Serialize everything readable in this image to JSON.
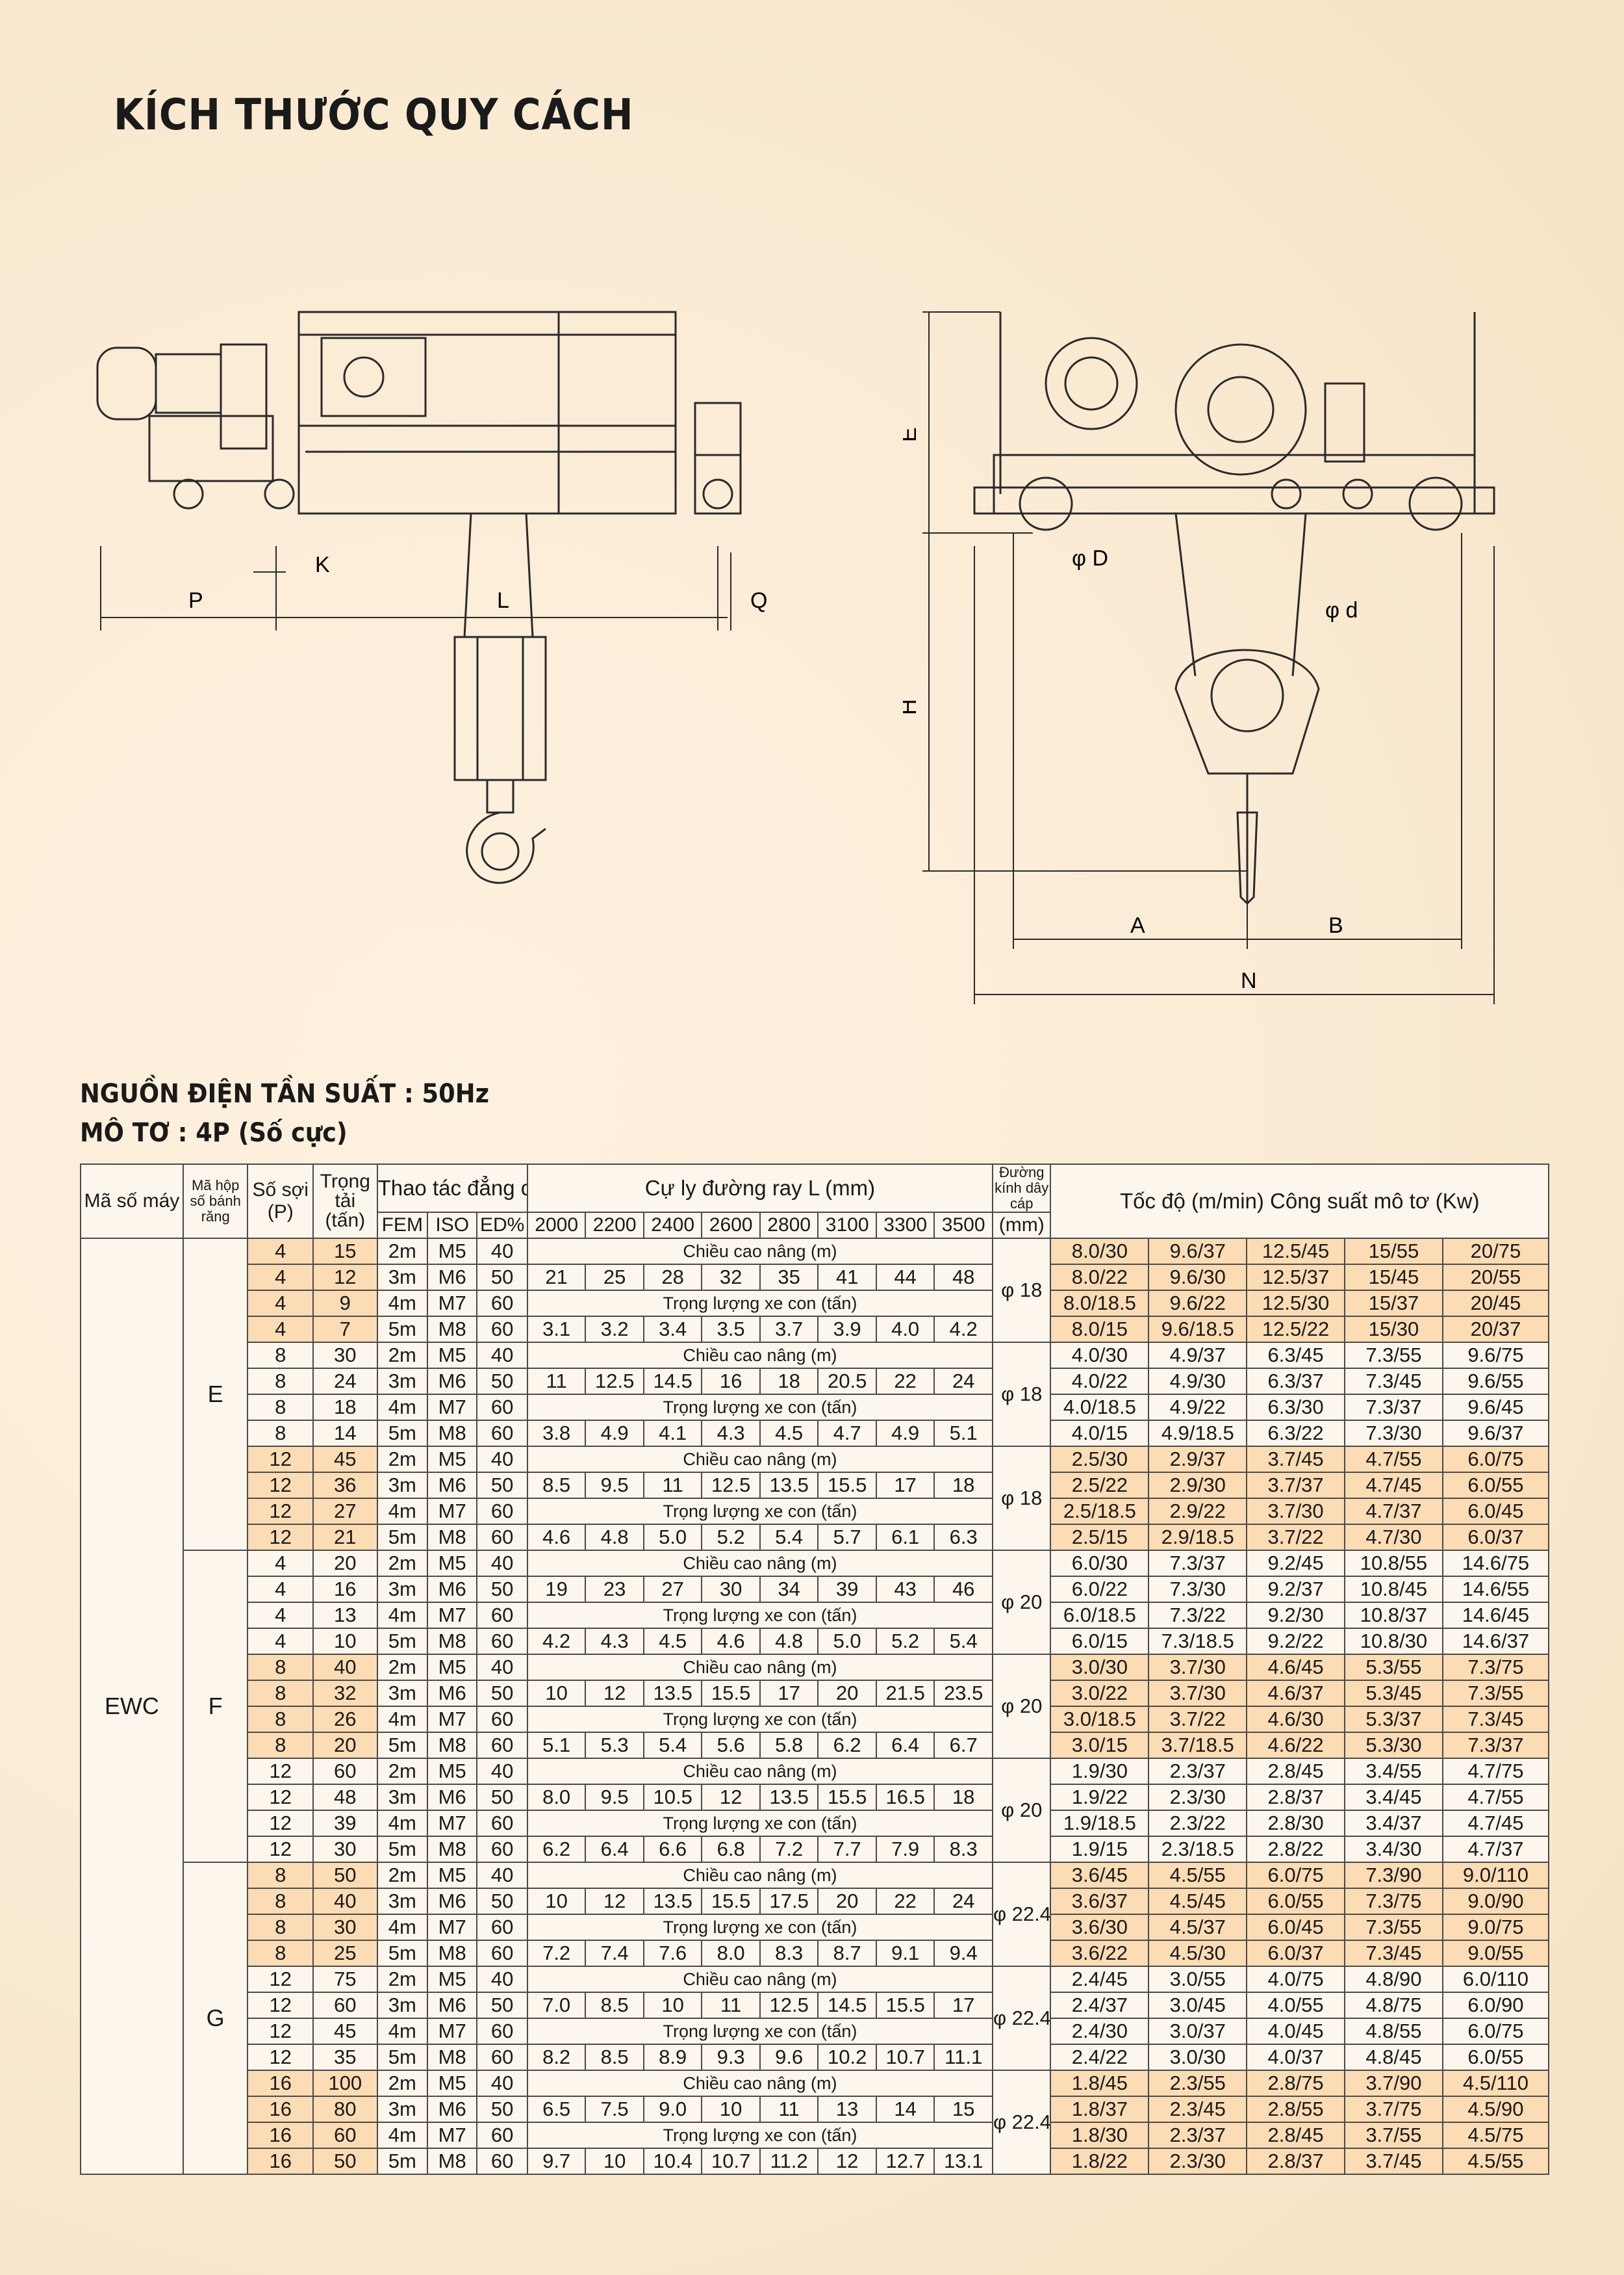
{
  "title": "KÍCH THƯỚC QUY CÁCH",
  "drawing": {
    "left_labels": {
      "P": "P",
      "K": "K",
      "L": "L",
      "Q": "Q"
    },
    "right_labels": {
      "E": "E",
      "H": "H",
      "D": "φ D",
      "d": "φ d",
      "A": "A",
      "B": "B",
      "N": "N"
    }
  },
  "subtitle1": "NGUỒN ĐIỆN TẦN SUẤT : 50Hz",
  "subtitle2": "MÔ TƠ : 4P (Số cực)",
  "headers": {
    "model": "Mã số máy",
    "gear": "Mã hộp số bánh răng",
    "ropes": "Số sợi (P)",
    "load": "Trọng tải (tấn)",
    "grade": "Thao tác đẳng cấp",
    "fem": "FEM",
    "iso": "ISO",
    "ed": "ED%",
    "rail": "Cự ly đường ray L (mm)",
    "rail_cols": [
      "2000",
      "2200",
      "2400",
      "2600",
      "2800",
      "3100",
      "3300",
      "3500"
    ],
    "rope_dia": "Đường kính dây cáp",
    "rope_unit": "(mm)",
    "speed_power": "Tốc độ (m/min)  Công suất mô tơ (Kw)"
  },
  "notes": {
    "lift": "Chiều cao nâng (m)",
    "weight": "Trọng lượng xe con (tấn)"
  },
  "model_code": "EWC",
  "groups": [
    {
      "code": "E",
      "blocks": [
        {
          "rope_dia": "φ 18",
          "rows": [
            {
              "p": "4",
              "t": "15",
              "fem": "2m",
              "iso": "M5",
              "ed": "40",
              "s": [
                "8.0/30",
                "9.6/37",
                "12.5/45",
                "15/55",
                "20/75"
              ]
            },
            {
              "p": "4",
              "t": "12",
              "fem": "3m",
              "iso": "M6",
              "ed": "50",
              "s": [
                "8.0/22",
                "9.6/30",
                "12.5/37",
                "15/45",
                "20/55"
              ]
            },
            {
              "p": "4",
              "t": "9",
              "fem": "4m",
              "iso": "M7",
              "ed": "60",
              "s": [
                "8.0/18.5",
                "9.6/22",
                "12.5/30",
                "15/37",
                "20/45"
              ]
            },
            {
              "p": "4",
              "t": "7",
              "fem": "5m",
              "iso": "M8",
              "ed": "60",
              "s": [
                "8.0/15",
                "9.6/18.5",
                "12.5/22",
                "15/30",
                "20/37"
              ]
            }
          ],
          "lift": [
            "21",
            "25",
            "28",
            "32",
            "35",
            "41",
            "44",
            "48"
          ],
          "weight": [
            "3.1",
            "3.2",
            "3.4",
            "3.5",
            "3.7",
            "3.9",
            "4.0",
            "4.2"
          ]
        },
        {
          "rope_dia": "φ 18",
          "rows": [
            {
              "p": "8",
              "t": "30",
              "fem": "2m",
              "iso": "M5",
              "ed": "40",
              "s": [
                "4.0/30",
                "4.9/37",
                "6.3/45",
                "7.3/55",
                "9.6/75"
              ]
            },
            {
              "p": "8",
              "t": "24",
              "fem": "3m",
              "iso": "M6",
              "ed": "50",
              "s": [
                "4.0/22",
                "4.9/30",
                "6.3/37",
                "7.3/45",
                "9.6/55"
              ]
            },
            {
              "p": "8",
              "t": "18",
              "fem": "4m",
              "iso": "M7",
              "ed": "60",
              "s": [
                "4.0/18.5",
                "4.9/22",
                "6.3/30",
                "7.3/37",
                "9.6/45"
              ]
            },
            {
              "p": "8",
              "t": "14",
              "fem": "5m",
              "iso": "M8",
              "ed": "60",
              "s": [
                "4.0/15",
                "4.9/18.5",
                "6.3/22",
                "7.3/30",
                "9.6/37"
              ]
            }
          ],
          "lift": [
            "11",
            "12.5",
            "14.5",
            "16",
            "18",
            "20.5",
            "22",
            "24"
          ],
          "weight": [
            "3.8",
            "4.9",
            "4.1",
            "4.3",
            "4.5",
            "4.7",
            "4.9",
            "5.1"
          ]
        },
        {
          "rope_dia": "φ 18",
          "rows": [
            {
              "p": "12",
              "t": "45",
              "fem": "2m",
              "iso": "M5",
              "ed": "40",
              "s": [
                "2.5/30",
                "2.9/37",
                "3.7/45",
                "4.7/55",
                "6.0/75"
              ]
            },
            {
              "p": "12",
              "t": "36",
              "fem": "3m",
              "iso": "M6",
              "ed": "50",
              "s": [
                "2.5/22",
                "2.9/30",
                "3.7/37",
                "4.7/45",
                "6.0/55"
              ]
            },
            {
              "p": "12",
              "t": "27",
              "fem": "4m",
              "iso": "M7",
              "ed": "60",
              "s": [
                "2.5/18.5",
                "2.9/22",
                "3.7/30",
                "4.7/37",
                "6.0/45"
              ]
            },
            {
              "p": "12",
              "t": "21",
              "fem": "5m",
              "iso": "M8",
              "ed": "60",
              "s": [
                "2.5/15",
                "2.9/18.5",
                "3.7/22",
                "4.7/30",
                "6.0/37"
              ]
            }
          ],
          "lift": [
            "8.5",
            "9.5",
            "11",
            "12.5",
            "13.5",
            "15.5",
            "17",
            "18"
          ],
          "weight": [
            "4.6",
            "4.8",
            "5.0",
            "5.2",
            "5.4",
            "5.7",
            "6.1",
            "6.3"
          ]
        }
      ]
    },
    {
      "code": "F",
      "blocks": [
        {
          "rope_dia": "φ 20",
          "rows": [
            {
              "p": "4",
              "t": "20",
              "fem": "2m",
              "iso": "M5",
              "ed": "40",
              "s": [
                "6.0/30",
                "7.3/37",
                "9.2/45",
                "10.8/55",
                "14.6/75"
              ]
            },
            {
              "p": "4",
              "t": "16",
              "fem": "3m",
              "iso": "M6",
              "ed": "50",
              "s": [
                "6.0/22",
                "7.3/30",
                "9.2/37",
                "10.8/45",
                "14.6/55"
              ]
            },
            {
              "p": "4",
              "t": "13",
              "fem": "4m",
              "iso": "M7",
              "ed": "60",
              "s": [
                "6.0/18.5",
                "7.3/22",
                "9.2/30",
                "10.8/37",
                "14.6/45"
              ]
            },
            {
              "p": "4",
              "t": "10",
              "fem": "5m",
              "iso": "M8",
              "ed": "60",
              "s": [
                "6.0/15",
                "7.3/18.5",
                "9.2/22",
                "10.8/30",
                "14.6/37"
              ]
            }
          ],
          "lift": [
            "19",
            "23",
            "27",
            "30",
            "34",
            "39",
            "43",
            "46"
          ],
          "weight": [
            "4.2",
            "4.3",
            "4.5",
            "4.6",
            "4.8",
            "5.0",
            "5.2",
            "5.4"
          ]
        },
        {
          "rope_dia": "φ 20",
          "rows": [
            {
              "p": "8",
              "t": "40",
              "fem": "2m",
              "iso": "M5",
              "ed": "40",
              "s": [
                "3.0/30",
                "3.7/30",
                "4.6/45",
                "5.3/55",
                "7.3/75"
              ]
            },
            {
              "p": "8",
              "t": "32",
              "fem": "3m",
              "iso": "M6",
              "ed": "50",
              "s": [
                "3.0/22",
                "3.7/30",
                "4.6/37",
                "5.3/45",
                "7.3/55"
              ]
            },
            {
              "p": "8",
              "t": "26",
              "fem": "4m",
              "iso": "M7",
              "ed": "60",
              "s": [
                "3.0/18.5",
                "3.7/22",
                "4.6/30",
                "5.3/37",
                "7.3/45"
              ]
            },
            {
              "p": "8",
              "t": "20",
              "fem": "5m",
              "iso": "M8",
              "ed": "60",
              "s": [
                "3.0/15",
                "3.7/18.5",
                "4.6/22",
                "5.3/30",
                "7.3/37"
              ]
            }
          ],
          "lift": [
            "10",
            "12",
            "13.5",
            "15.5",
            "17",
            "20",
            "21.5",
            "23.5"
          ],
          "weight": [
            "5.1",
            "5.3",
            "5.4",
            "5.6",
            "5.8",
            "6.2",
            "6.4",
            "6.7"
          ]
        },
        {
          "rope_dia": "φ 20",
          "rows": [
            {
              "p": "12",
              "t": "60",
              "fem": "2m",
              "iso": "M5",
              "ed": "40",
              "s": [
                "1.9/30",
                "2.3/37",
                "2.8/45",
                "3.4/55",
                "4.7/75"
              ]
            },
            {
              "p": "12",
              "t": "48",
              "fem": "3m",
              "iso": "M6",
              "ed": "50",
              "s": [
                "1.9/22",
                "2.3/30",
                "2.8/37",
                "3.4/45",
                "4.7/55"
              ]
            },
            {
              "p": "12",
              "t": "39",
              "fem": "4m",
              "iso": "M7",
              "ed": "60",
              "s": [
                "1.9/18.5",
                "2.3/22",
                "2.8/30",
                "3.4/37",
                "4.7/45"
              ]
            },
            {
              "p": "12",
              "t": "30",
              "fem": "5m",
              "iso": "M8",
              "ed": "60",
              "s": [
                "1.9/15",
                "2.3/18.5",
                "2.8/22",
                "3.4/30",
                "4.7/37"
              ]
            }
          ],
          "lift": [
            "8.0",
            "9.5",
            "10.5",
            "12",
            "13.5",
            "15.5",
            "16.5",
            "18"
          ],
          "weight": [
            "6.2",
            "6.4",
            "6.6",
            "6.8",
            "7.2",
            "7.7",
            "7.9",
            "8.3"
          ]
        }
      ]
    },
    {
      "code": "G",
      "blocks": [
        {
          "rope_dia": "φ 22.4",
          "rows": [
            {
              "p": "8",
              "t": "50",
              "fem": "2m",
              "iso": "M5",
              "ed": "40",
              "s": [
                "3.6/45",
                "4.5/55",
                "6.0/75",
                "7.3/90",
                "9.0/110"
              ]
            },
            {
              "p": "8",
              "t": "40",
              "fem": "3m",
              "iso": "M6",
              "ed": "50",
              "s": [
                "3.6/37",
                "4.5/45",
                "6.0/55",
                "7.3/75",
                "9.0/90"
              ]
            },
            {
              "p": "8",
              "t": "30",
              "fem": "4m",
              "iso": "M7",
              "ed": "60",
              "s": [
                "3.6/30",
                "4.5/37",
                "6.0/45",
                "7.3/55",
                "9.0/75"
              ]
            },
            {
              "p": "8",
              "t": "25",
              "fem": "5m",
              "iso": "M8",
              "ed": "60",
              "s": [
                "3.6/22",
                "4.5/30",
                "6.0/37",
                "7.3/45",
                "9.0/55"
              ]
            }
          ],
          "lift": [
            "10",
            "12",
            "13.5",
            "15.5",
            "17.5",
            "20",
            "22",
            "24"
          ],
          "weight": [
            "7.2",
            "7.4",
            "7.6",
            "8.0",
            "8.3",
            "8.7",
            "9.1",
            "9.4"
          ]
        },
        {
          "rope_dia": "φ 22.4",
          "rows": [
            {
              "p": "12",
              "t": "75",
              "fem": "2m",
              "iso": "M5",
              "ed": "40",
              "s": [
                "2.4/45",
                "3.0/55",
                "4.0/75",
                "4.8/90",
                "6.0/110"
              ]
            },
            {
              "p": "12",
              "t": "60",
              "fem": "3m",
              "iso": "M6",
              "ed": "50",
              "s": [
                "2.4/37",
                "3.0/45",
                "4.0/55",
                "4.8/75",
                "6.0/90"
              ]
            },
            {
              "p": "12",
              "t": "45",
              "fem": "4m",
              "iso": "M7",
              "ed": "60",
              "s": [
                "2.4/30",
                "3.0/37",
                "4.0/45",
                "4.8/55",
                "6.0/75"
              ]
            },
            {
              "p": "12",
              "t": "35",
              "fem": "5m",
              "iso": "M8",
              "ed": "60",
              "s": [
                "2.4/22",
                "3.0/30",
                "4.0/37",
                "4.8/45",
                "6.0/55"
              ]
            }
          ],
          "lift": [
            "7.0",
            "8.5",
            "10",
            "11",
            "12.5",
            "14.5",
            "15.5",
            "17"
          ],
          "weight": [
            "8.2",
            "8.5",
            "8.9",
            "9.3",
            "9.6",
            "10.2",
            "10.7",
            "11.1"
          ]
        },
        {
          "rope_dia": "φ 22.4",
          "rows": [
            {
              "p": "16",
              "t": "100",
              "fem": "2m",
              "iso": "M5",
              "ed": "40",
              "s": [
                "1.8/45",
                "2.3/55",
                "2.8/75",
                "3.7/90",
                "4.5/110"
              ]
            },
            {
              "p": "16",
              "t": "80",
              "fem": "3m",
              "iso": "M6",
              "ed": "50",
              "s": [
                "1.8/37",
                "2.3/45",
                "2.8/55",
                "3.7/75",
                "4.5/90"
              ]
            },
            {
              "p": "16",
              "t": "60",
              "fem": "4m",
              "iso": "M7",
              "ed": "60",
              "s": [
                "1.8/30",
                "2.3/37",
                "2.8/45",
                "3.7/55",
                "4.5/75"
              ]
            },
            {
              "p": "16",
              "t": "50",
              "fem": "5m",
              "iso": "M8",
              "ed": "60",
              "s": [
                "1.8/22",
                "2.3/30",
                "2.8/37",
                "3.7/45",
                "4.5/55"
              ]
            }
          ],
          "lift": [
            "6.5",
            "7.5",
            "9.0",
            "10",
            "11",
            "13",
            "14",
            "15"
          ],
          "weight": [
            "9.7",
            "10",
            "10.4",
            "10.7",
            "11.2",
            "12",
            "12.7",
            "13.1"
          ]
        }
      ]
    }
  ]
}
